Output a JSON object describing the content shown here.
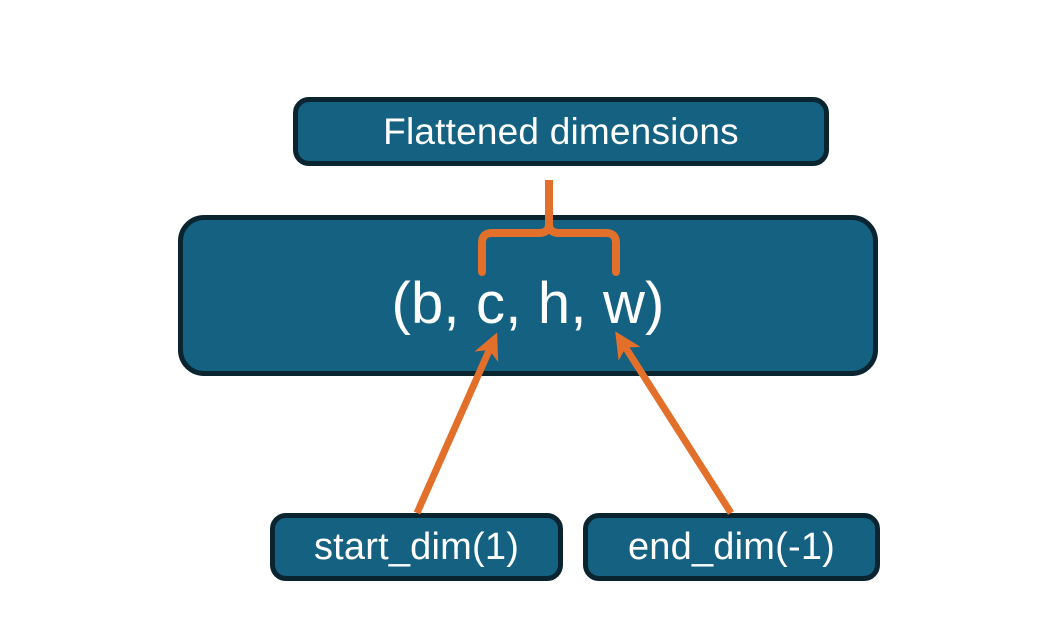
{
  "diagram": {
    "title_node": {
      "label": "Flattened dimensions",
      "name": "flattened-dimensions-box"
    },
    "shape_node": {
      "label": "(b, c, h, w)",
      "name": "tensor-shape-box",
      "dims": [
        "b",
        "c",
        "h",
        "w"
      ]
    },
    "argument_nodes": [
      {
        "label": "start_dim(1)",
        "name": "start-dim-box",
        "value": 1
      },
      {
        "label": "end_dim(-1)",
        "name": "end-dim-box",
        "value": -1
      }
    ],
    "connectors": {
      "brace": {
        "name": "flatten-range-brace",
        "description": "curly brace spanning c..w pointing up to Flattened dimensions"
      },
      "arrows": [
        {
          "name": "start-dim-arrow",
          "from": "start_dim(1)",
          "to": "c"
        },
        {
          "name": "end-dim-arrow",
          "from": "end_dim(-1)",
          "to": "w"
        }
      ]
    },
    "colors": {
      "box_fill": "#156182",
      "box_border": "#0b2530",
      "box_text": "#ffffff",
      "connector": "#e2702a",
      "background": "#ffffff"
    }
  }
}
